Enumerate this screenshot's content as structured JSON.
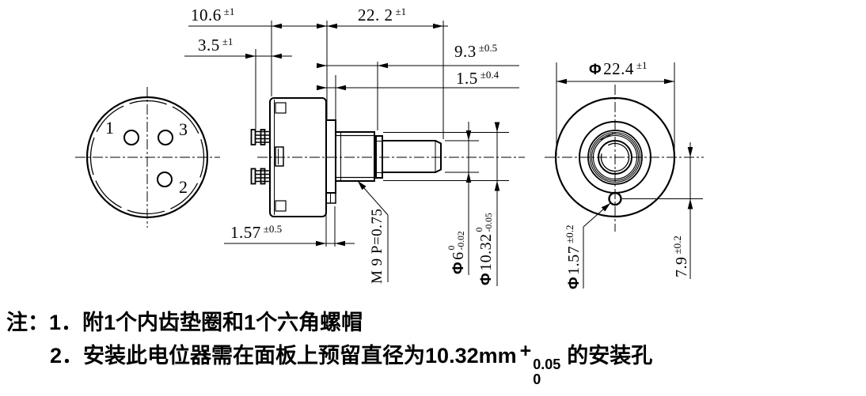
{
  "views": {
    "left": {
      "terminal_labels": {
        "t1": "1",
        "t3": "3",
        "t2": "2"
      }
    }
  },
  "dims": {
    "d10_6": {
      "value": "10.6",
      "tol": "±1"
    },
    "d3_5": {
      "value": "3.5",
      "tol": "±1"
    },
    "d22_2": {
      "value": "22. 2",
      "tol": "±1"
    },
    "d9_3": {
      "value": "9.3",
      "tol": "±0.5"
    },
    "d1_5": {
      "value": "1.5",
      "tol": "±0.4"
    },
    "d1_57": {
      "value": "1.57",
      "tol": "±0.5"
    },
    "m9": {
      "value": "M 9 P=0.75"
    },
    "phi6": {
      "phi": "Φ",
      "value": "6",
      "tol_top": "0",
      "tol_bottom": "-0.02"
    },
    "phi10_32": {
      "phi": "Φ",
      "value": "10.32",
      "tol_top": "0",
      "tol_bottom": "-0.05"
    },
    "phi22_4": {
      "phi": "Φ",
      "value": "22.4",
      "tol": "±1"
    },
    "phi1_57": {
      "phi": "Φ",
      "value": "1.57",
      "tol": "±0.2"
    },
    "d7_9": {
      "value": "7.9",
      "tol": "±0.2"
    }
  },
  "notes": {
    "prefix": "注：",
    "n1_num": "1．",
    "n1_text": "附1个内齿垫圈和1个六角螺帽",
    "n2_num": "2．",
    "n2_pre": "安装此电位器需在面板上预留直径为10.32mm",
    "n2_plus": "+",
    "n2_tol_top": "0.05",
    "n2_tol_bottom": "0",
    "n2_post": "的安装孔"
  }
}
